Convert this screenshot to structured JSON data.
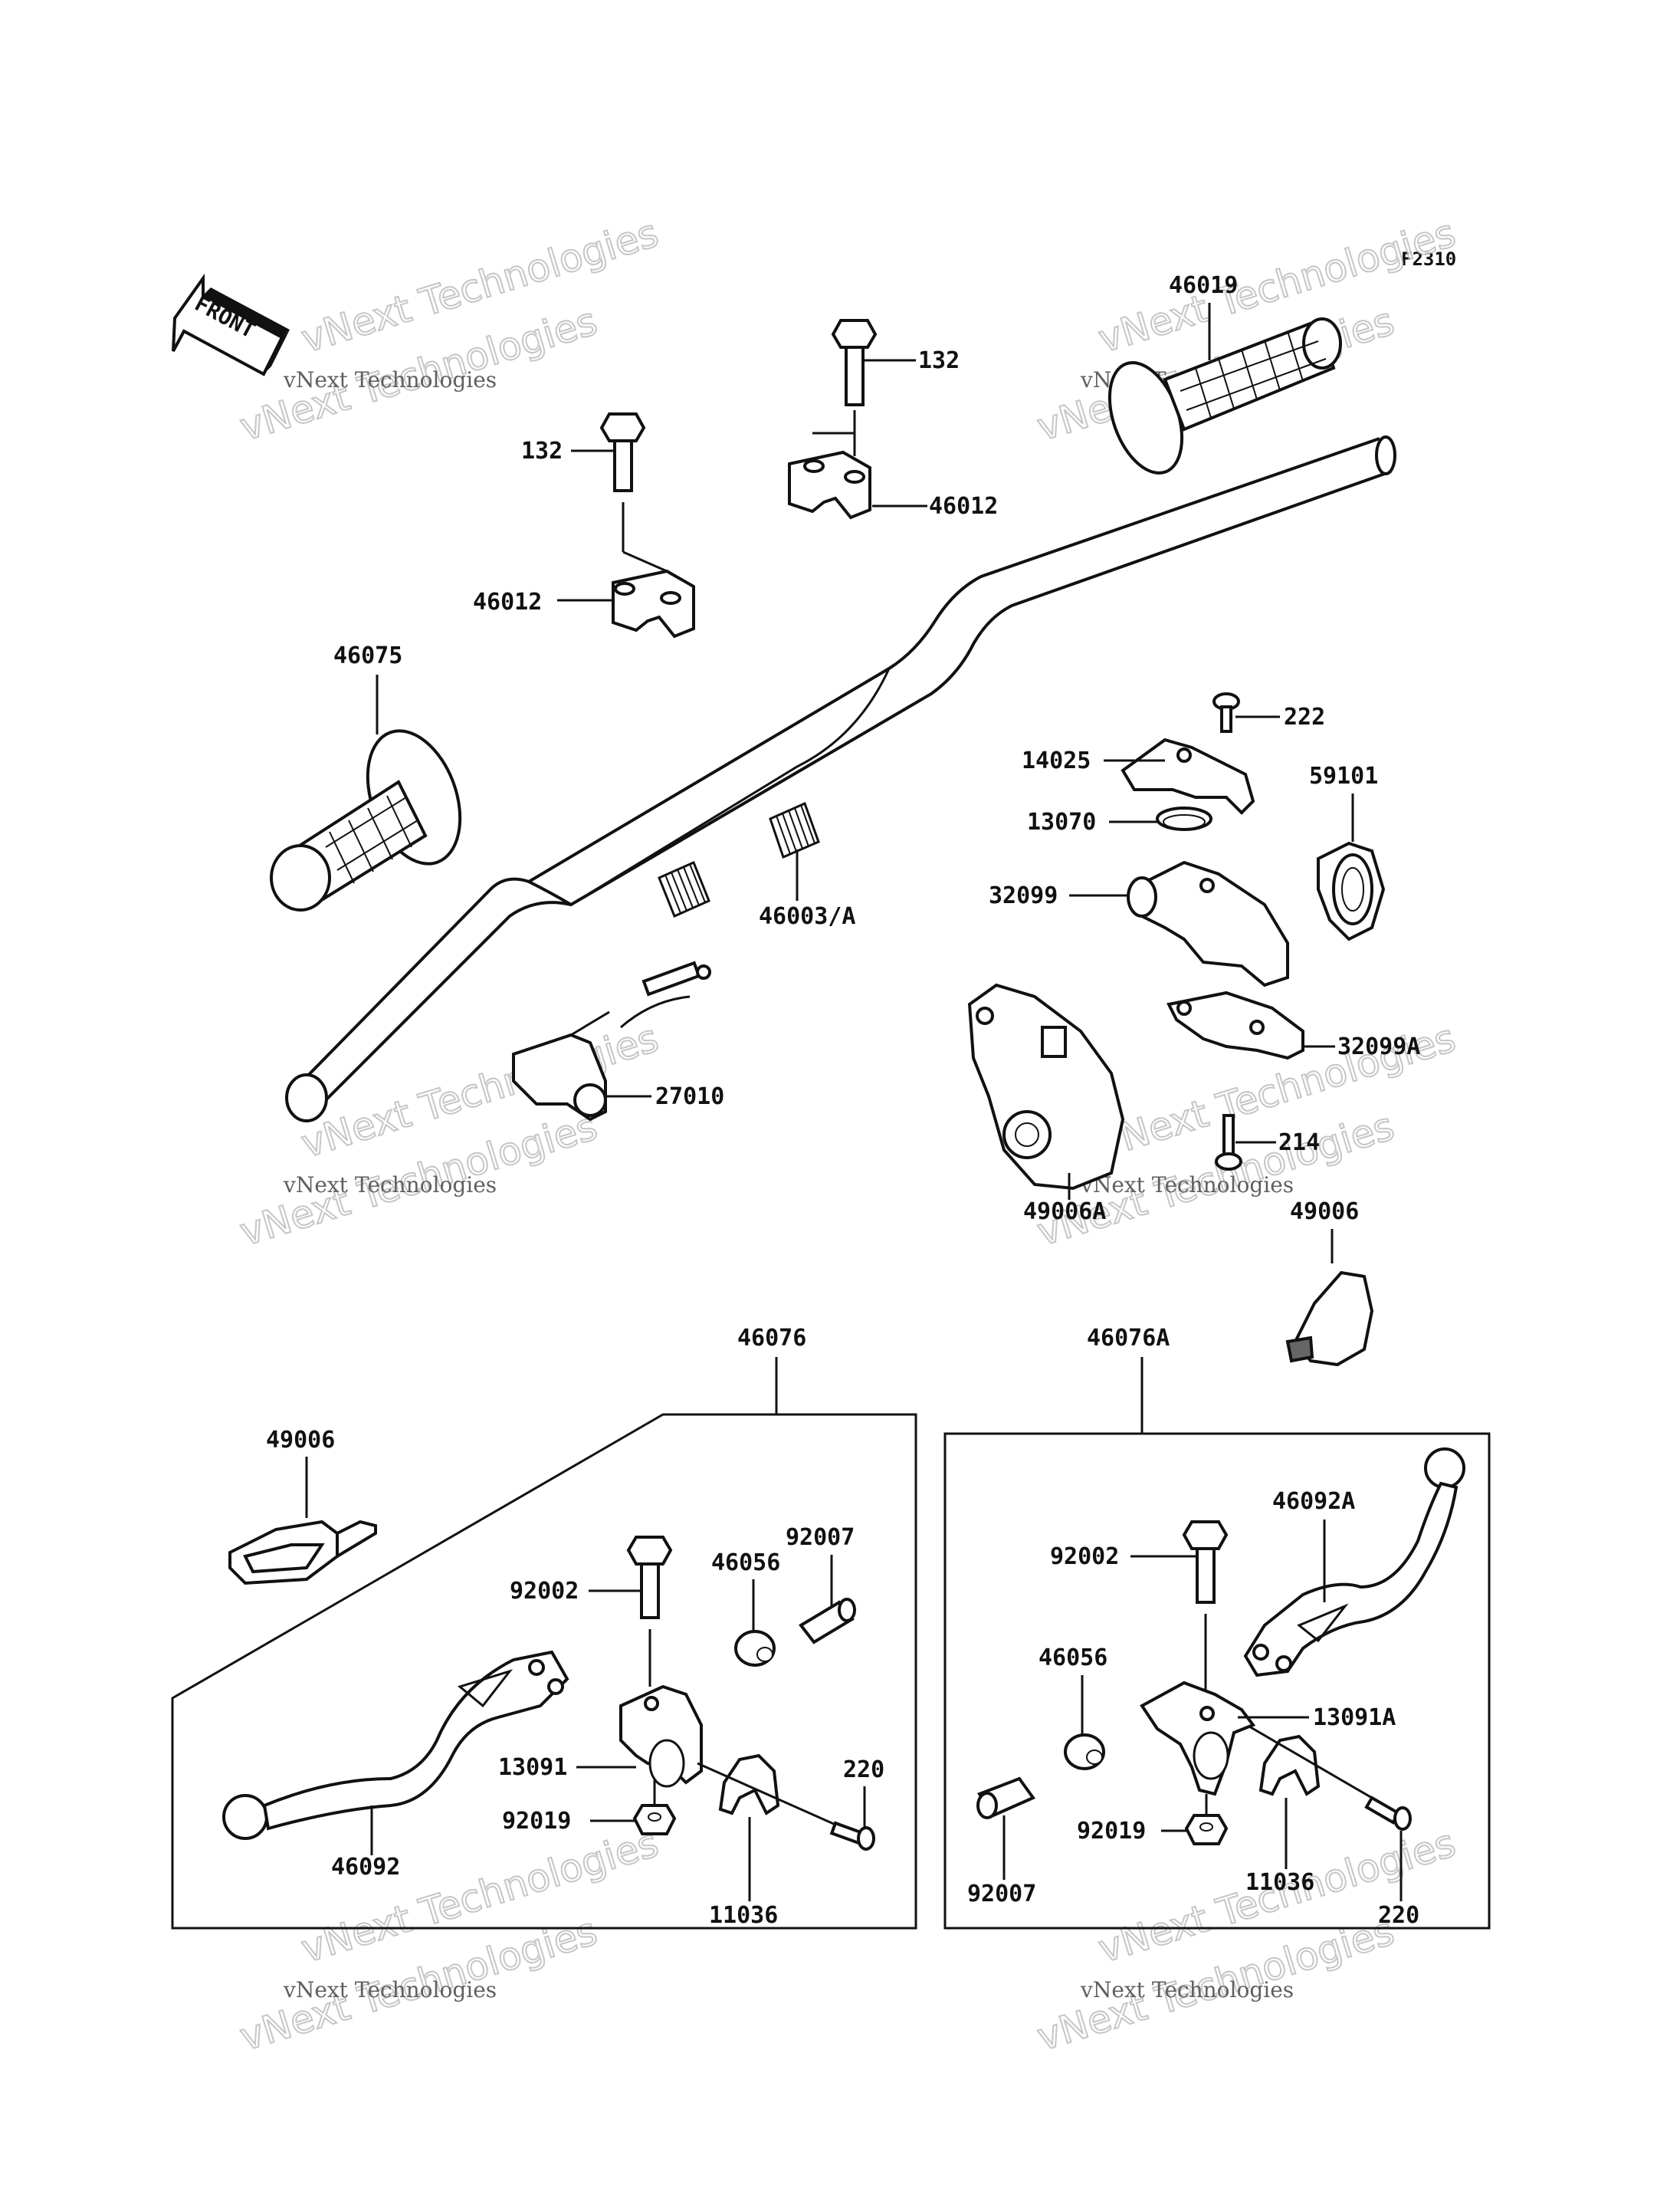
{
  "figure_code": "F2310",
  "front_label": "FRONT",
  "watermark": {
    "line1": "vNext Technologies",
    "line2": "vNext Technologies",
    "small": "vNext Technologies"
  },
  "labels": {
    "p46019": "46019",
    "p132a": "132",
    "p132b": "132",
    "p46012a": "46012",
    "p46012b": "46012",
    "p46075": "46075",
    "p222": "222",
    "p14025": "14025",
    "p59101": "59101",
    "p13070": "13070",
    "p32099": "32099",
    "p46003": "46003/A",
    "p32099A": "32099A",
    "p27010": "27010",
    "p214": "214",
    "p49006A": "49006A",
    "p49006a": "49006",
    "p46076": "46076",
    "p46076A": "46076A",
    "p49006b": "49006",
    "p46092A": "46092A",
    "p92007a": "92007",
    "p46056a": "46056",
    "p92002a": "92002",
    "p92002b": "92002",
    "p46056b": "46056",
    "p13091A": "13091A",
    "p220a": "220",
    "p13091": "13091",
    "p92019a": "92019",
    "p92019b": "92019",
    "p46092": "46092",
    "p11036a": "11036",
    "p11036b": "11036",
    "p220b": "220",
    "p92007b": "92007"
  }
}
